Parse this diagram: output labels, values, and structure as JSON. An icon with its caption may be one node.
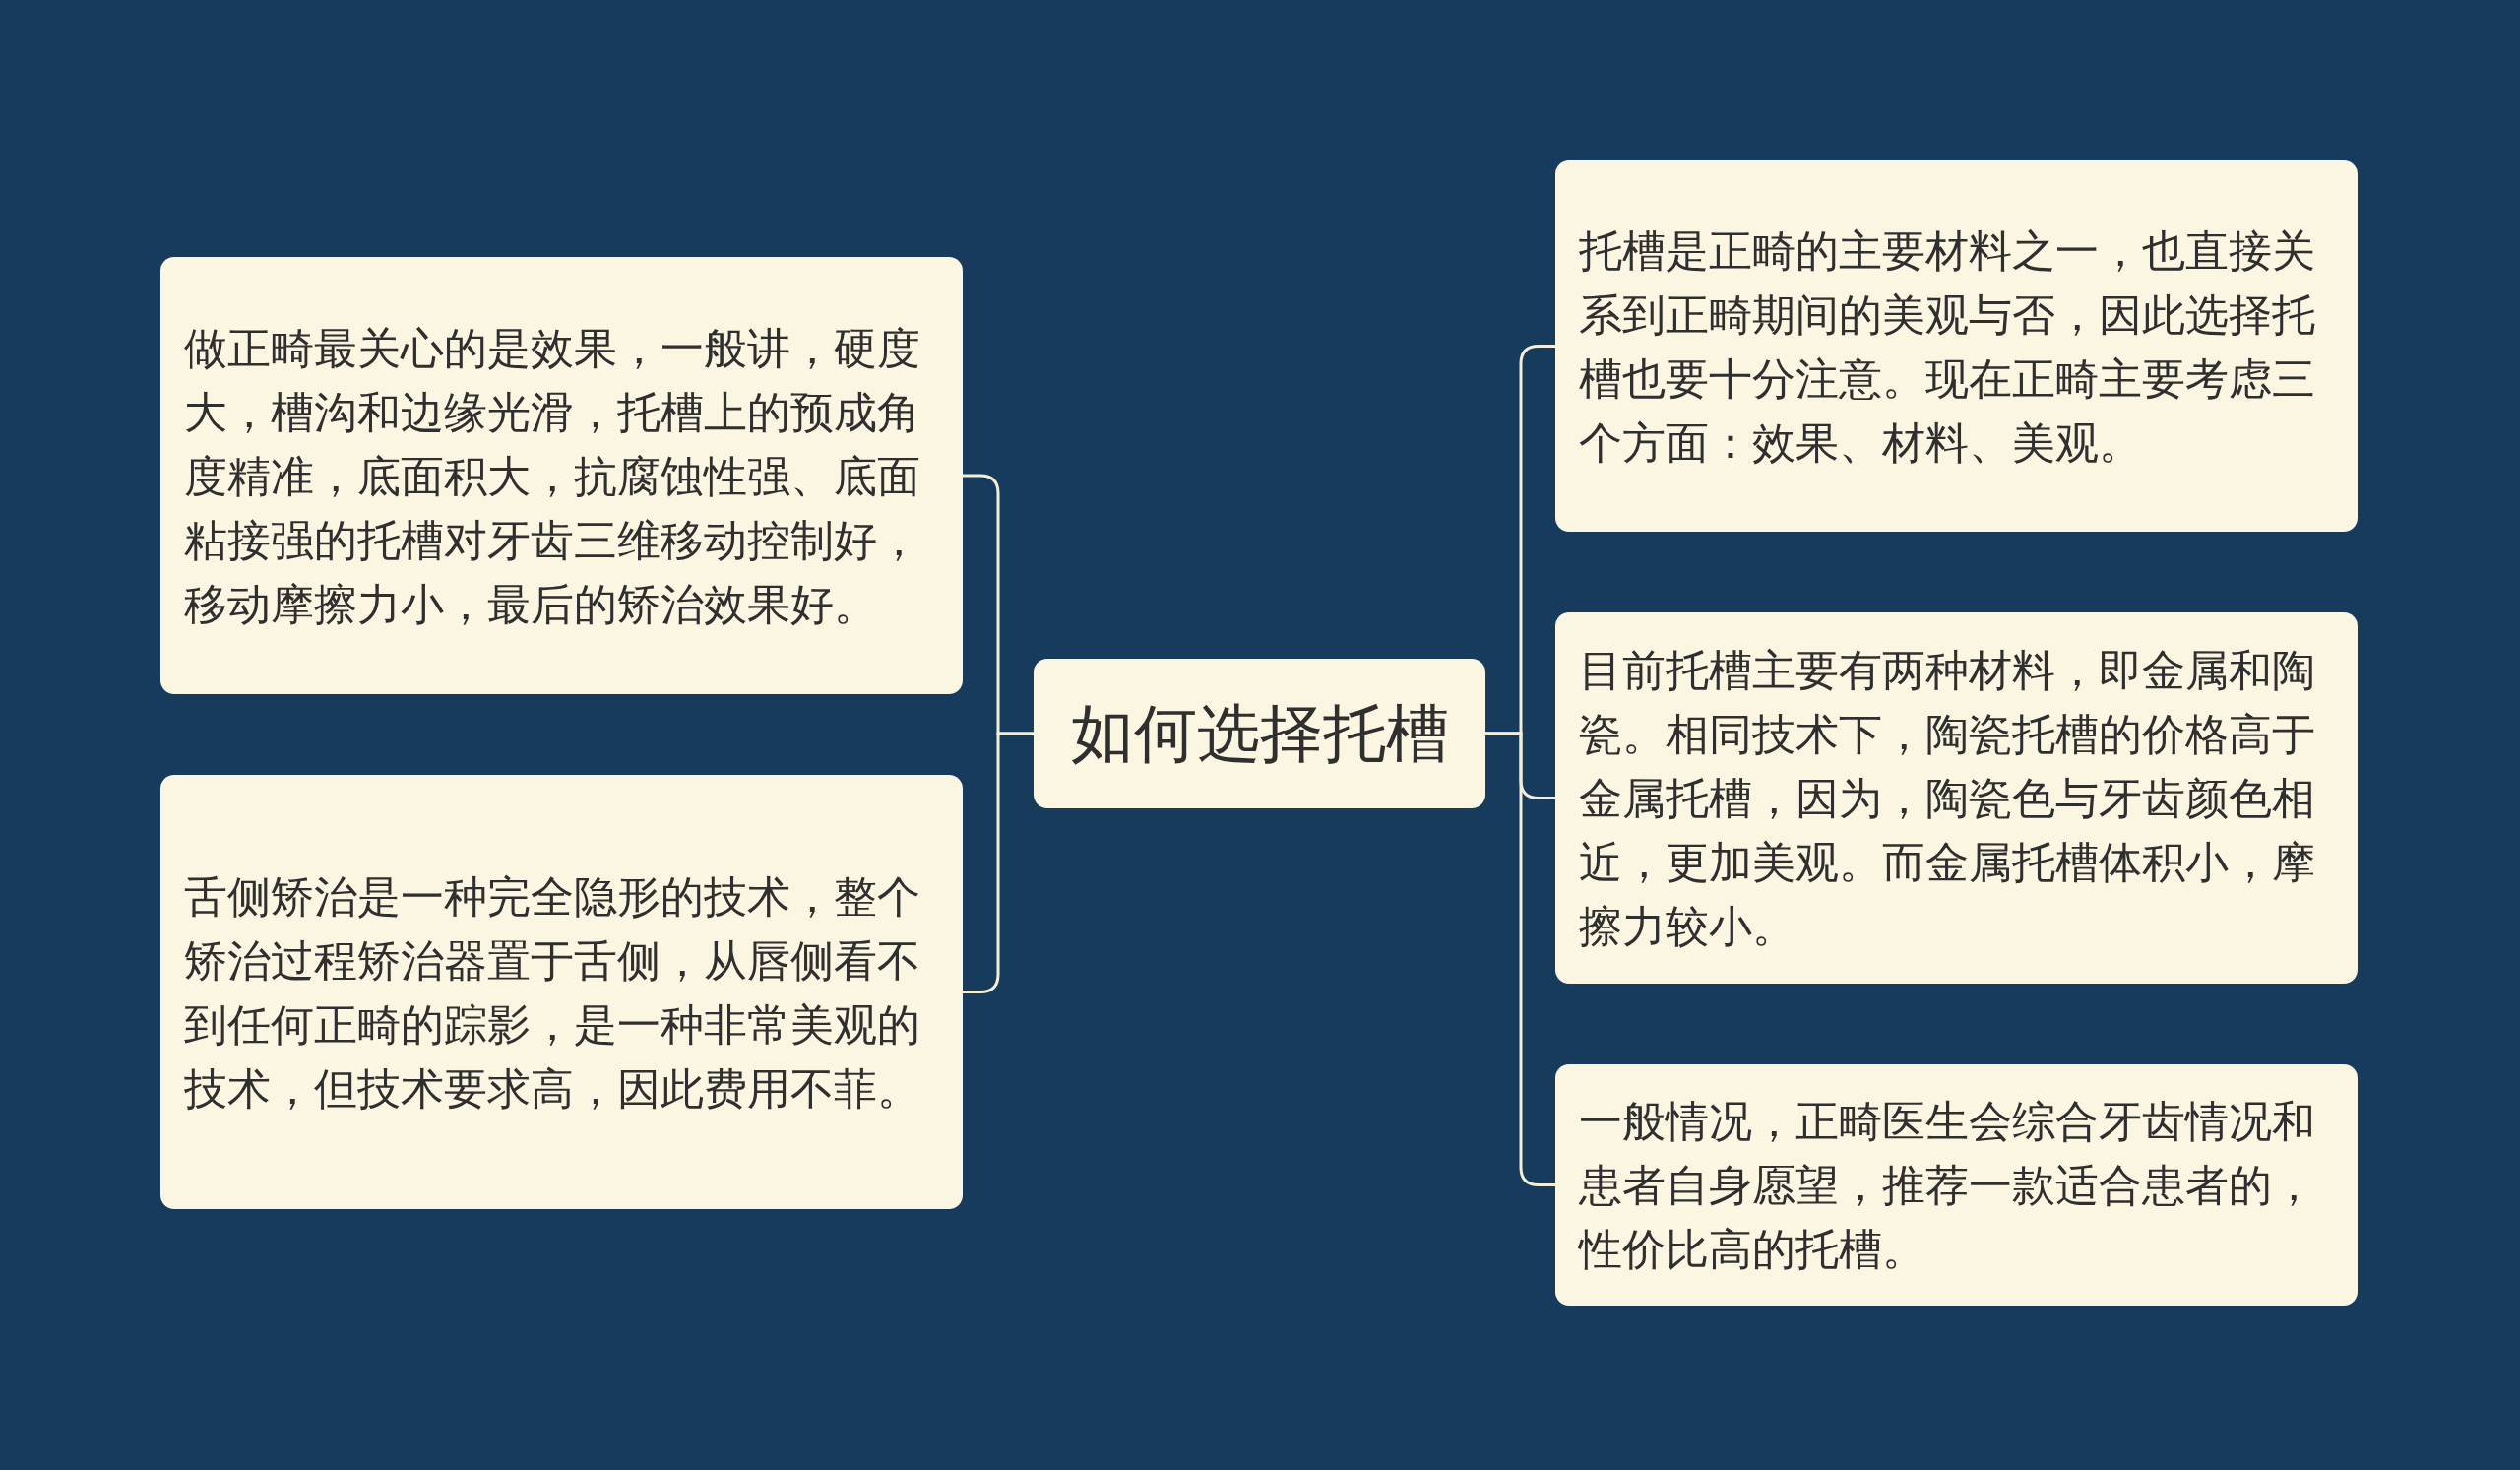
{
  "diagram": {
    "nodes": [
      {
        "text": [
          "如何选择托槽"
        ]
      },
      {
        "text": [
          "做正畸最关心的是效果，一般讲，硬度大，槽沟和边缘光滑，托槽上的预成角度精准，底面积大，抗腐蚀性强、底面粘接强的托槽对牙齿三维移动控制好，移动摩擦力小，最后的矫治效果好。"
        ]
      },
      {
        "text": [
          "舌侧矫治是一种完全隐形的技术，整个矫治过程矫治器置于舌侧，从唇侧看不到任何正畸的踪影，是一种非常美观的技术，但技术要求高，因此费用不菲。"
        ]
      },
      {
        "text": [
          "托槽是正畸的主要材料之一，也直接关系到正畸期间的美观与否，因此选择托槽也要十分注意。现在正畸主要考虑三个方面：效果、材料、美观。"
        ]
      },
      {
        "text": [
          "目前托槽主要有两种材料，即金属和陶瓷。相同技术下，陶瓷托槽的价格高于金属托槽，因为，陶瓷色与牙齿颜色相近，更加美观。而金属托槽体积小，摩擦力较小。"
        ]
      },
      {
        "text": [
          "一般情况，正畸医生会综合牙齿情况和患者自身愿望，推荐一款适合患者的，性价比高的托槽。"
        ]
      }
    ],
    "edges": [
      {
        "from": 0,
        "to": 1,
        "arrow": "none"
      },
      {
        "from": 0,
        "to": 2,
        "arrow": "none"
      },
      {
        "from": 0,
        "to": 3,
        "arrow": "none"
      },
      {
        "from": 0,
        "to": 4,
        "arrow": "none"
      },
      {
        "from": 0,
        "to": 5,
        "arrow": "none"
      }
    ]
  }
}
